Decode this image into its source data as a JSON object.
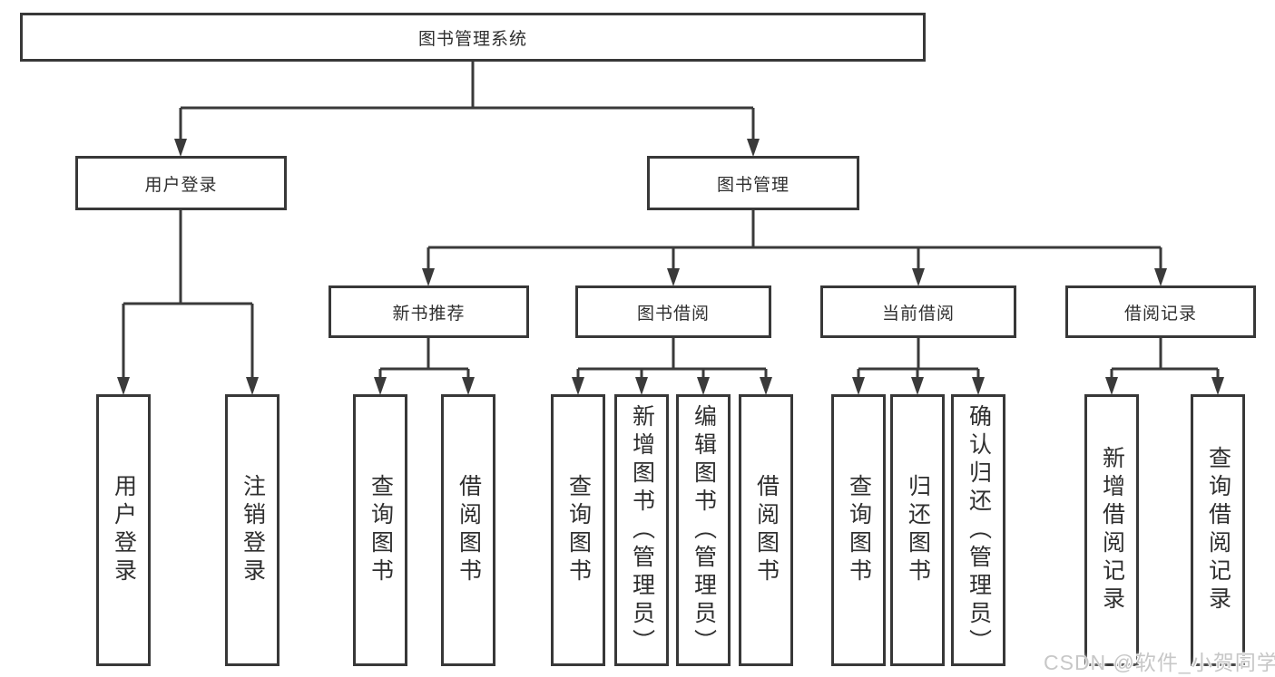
{
  "colors": {
    "background": "#ffffff",
    "box_border": "#383838",
    "connector_line": "#3a3a3a",
    "text": "#2f2f2f",
    "watermark_text": "#c7c7c7"
  },
  "tree": {
    "root": {
      "label": "图书管理系统",
      "children": [
        {
          "label": "用户登录",
          "children": [
            {
              "label": "用户登录"
            },
            {
              "label": "注销登录"
            }
          ]
        },
        {
          "label": "图书管理",
          "children": [
            {
              "label": "新书推荐",
              "children": [
                {
                  "label": "查询图书"
                },
                {
                  "label": "借阅图书"
                }
              ]
            },
            {
              "label": "图书借阅",
              "children": [
                {
                  "label": "查询图书"
                },
                {
                  "label": "新增图书（管理员）"
                },
                {
                  "label": "编辑图书（管理员）"
                },
                {
                  "label": "借阅图书"
                }
              ]
            },
            {
              "label": "当前借阅",
              "children": [
                {
                  "label": "查询图书"
                },
                {
                  "label": "归还图书"
                },
                {
                  "label": "确认归还（管理员）"
                }
              ]
            },
            {
              "label": "借阅记录",
              "children": [
                {
                  "label": "新增借阅记录"
                },
                {
                  "label": "查询借阅记录"
                }
              ]
            }
          ]
        }
      ]
    }
  },
  "watermark": {
    "text": "CSDN @软件_小贺同学"
  }
}
